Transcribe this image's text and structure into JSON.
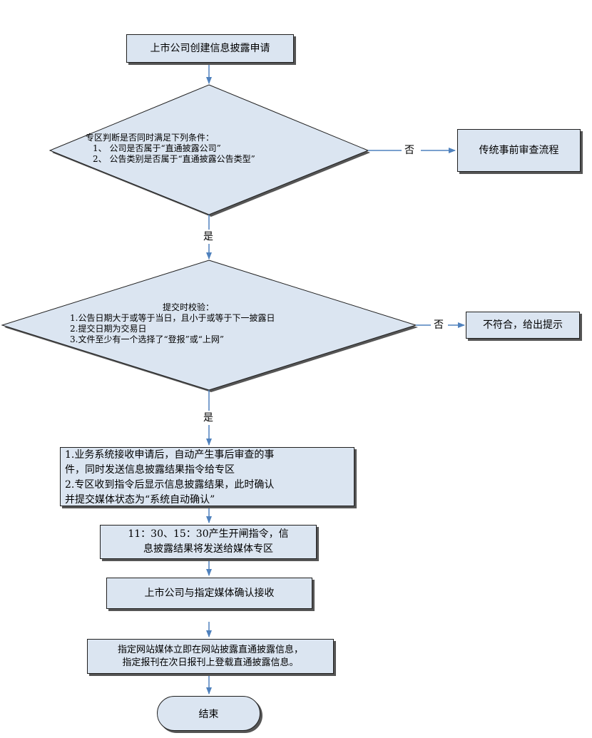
{
  "start": "上市公司创建信息披露申请",
  "decision1": {
    "title": "专区判断是否同时满足下列条件：",
    "items": [
      "1、 公司是否属于“直通披露公司”",
      "2、 公告类别是否属于“直通披露公告类型”"
    ],
    "no_label": "否",
    "yes_label": "是",
    "no_result": "传统事前审查流程"
  },
  "decision2": {
    "title": "提交时校验：",
    "items": [
      "1.公告日期大于或等于当日，且小于或等于下一披露日",
      "2.提交日期为交易日",
      "3.文件至少有一个选择了“登报”或“上网”"
    ],
    "no_label": "否",
    "yes_label": "是",
    "no_result": "不符合，给出提示"
  },
  "step1": [
    "1.业务系统接收申请后，自动产生事后审查的事",
    "件，同时发送信息披露结果指令给专区",
    "2.专区收到指令后显示信息披露结果，此时确认",
    "并提交媒体状态为“系统自动确认”"
  ],
  "step2": [
    "11：30、15：30产生开闸指令，信",
    "息披露结果将发送给媒体专区"
  ],
  "step3": "上市公司与指定媒体确认接收",
  "step4": [
    "指定网站媒体立即在网站披露直通披露信息，",
    "指定报刊在次日报刊上登载直通披露信息。"
  ],
  "end": "结束",
  "colors": {
    "fill": "#dbe5f1",
    "arrow": "#4f81bd",
    "border": "#1f1f1f",
    "shadow": "#555555"
  }
}
